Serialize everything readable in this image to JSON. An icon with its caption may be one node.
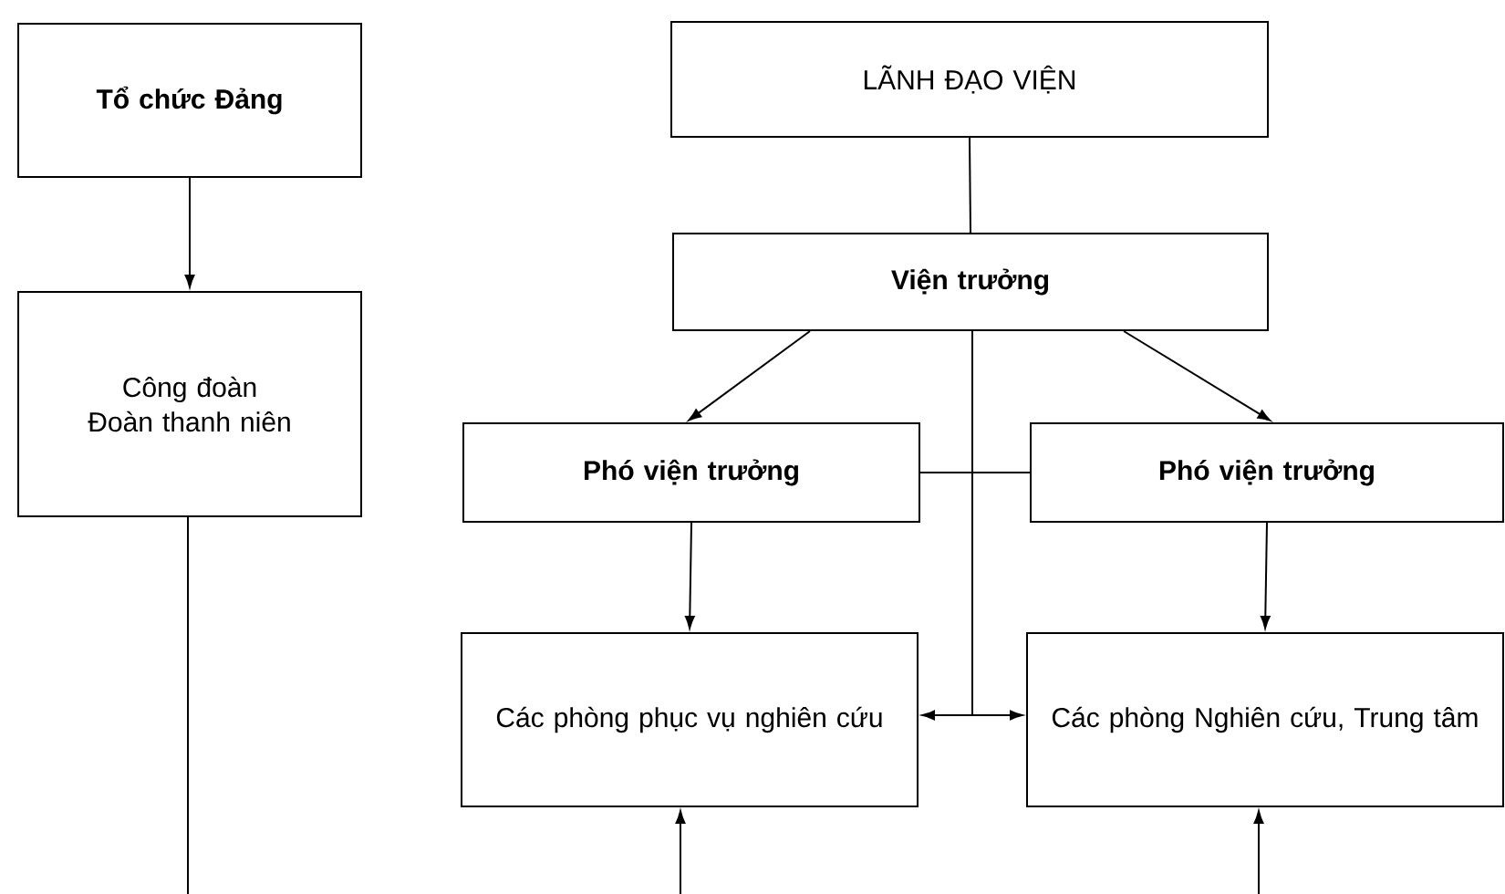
{
  "diagram": {
    "nodes": [
      {
        "text": [
          "Tổ chức Đảng"
        ]
      },
      {
        "text": [
          "Công đoàn Đoàn thanh niên"
        ]
      },
      {
        "text": [
          "LÃNH ĐẠO VIỆN"
        ]
      },
      {
        "text": [
          "Viện trưởng"
        ]
      },
      {
        "text": [
          "Phó viện trưởng"
        ]
      },
      {
        "text": [
          "Phó viện trưởng"
        ]
      },
      {
        "text": [
          "Các phòng phục vụ nghiên cứu"
        ]
      },
      {
        "text": [
          "Các phòng Nghiên cứu, Trung tâm"
        ]
      }
    ],
    "edges": [
      {
        "from": 0,
        "to": 1,
        "arrow": "to"
      },
      {
        "from": 2,
        "to": 3,
        "arrow": "none"
      },
      {
        "from": 3,
        "to": 4,
        "arrow": "to"
      },
      {
        "from": 3,
        "to": 5,
        "arrow": "to"
      },
      {
        "from": 4,
        "to": 5,
        "arrow": "none"
      },
      {
        "from": 4,
        "to": 6,
        "arrow": "to"
      },
      {
        "from": 5,
        "to": 7,
        "arrow": "to"
      },
      {
        "from": 3,
        "to": 6,
        "arrow": "to"
      },
      {
        "from": 3,
        "to": 7,
        "arrow": "to"
      },
      {
        "from": 1,
        "to": null,
        "arrow": "none"
      },
      {
        "from": null,
        "to": 6,
        "arrow": "to"
      },
      {
        "from": null,
        "to": 7,
        "arrow": "to"
      }
    ]
  }
}
